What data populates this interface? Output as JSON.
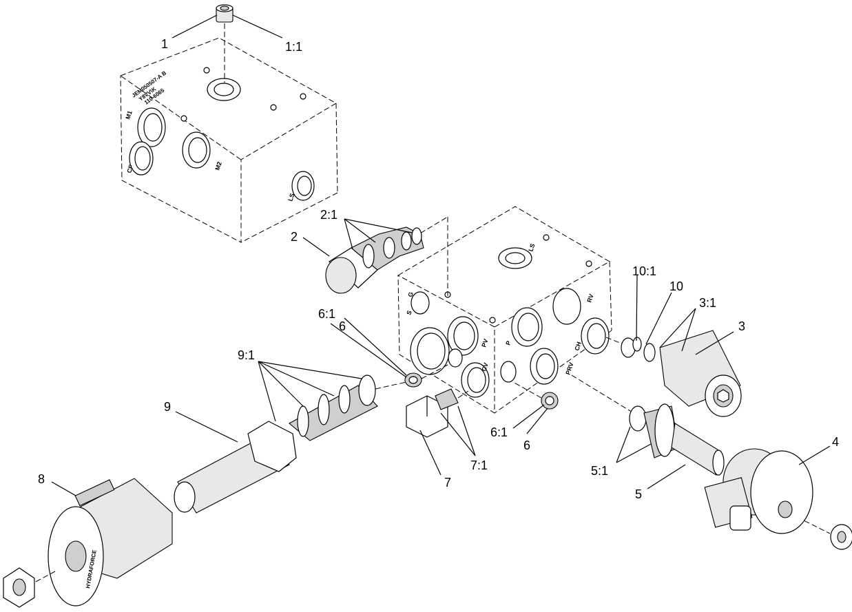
{
  "callouts": {
    "c1": "1",
    "c1_1": "1:1",
    "c2": "2",
    "c2_1": "2:1",
    "c3": "3",
    "c3_1": "3:1",
    "c4": "4",
    "c5": "5",
    "c5_1": "5:1",
    "c6a": "6",
    "c6a_1": "6:1",
    "c6b": "6",
    "c6b_1": "6:1",
    "c7": "7",
    "c7_1": "7:1",
    "c8": "8",
    "c9": "9",
    "c9_1": "9:1",
    "c10": "10",
    "c10_1": "10:1"
  },
  "upper_block": {
    "stamp": [
      "JEM050507-A B",
      "Y8VV\\K",
      "110-6065"
    ],
    "ports": {
      "m1": "M1",
      "m2": "M2",
      "cf": "CF",
      "ls": "LS"
    }
  },
  "lower_block": {
    "ports": {
      "g": "G",
      "s": "S",
      "pv": "PV",
      "cv": "CV",
      "p": "P",
      "prv": "PRV",
      "ch": "CH",
      "rv": "RV",
      "ls": "LS"
    }
  },
  "coil_8_brand": "HYDRAFORCE"
}
